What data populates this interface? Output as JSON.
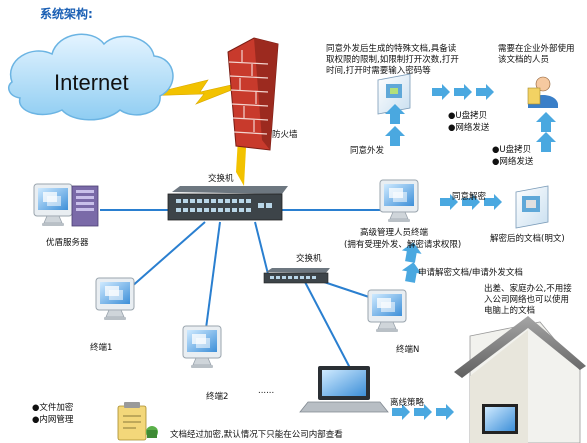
{
  "title": "系统架构:",
  "internet": "Internet",
  "firewall": "防火墙",
  "switch_main": "交换机",
  "switch_sub": "交换机",
  "server": "优盾服务器",
  "terminal1": "终端1",
  "terminal2": "终端2",
  "terminalN": "终端N",
  "ellipsis": "......",
  "admin": {
    "line1": "高级管理人员终端",
    "line2": "(拥有受理外发、解密请求权限)"
  },
  "request_label": "申请解密文档/申请外发文档",
  "agree_send": "同意外发",
  "agree_decrypt": "同意解密",
  "decrypted_doc": "解密后的文档(明文)",
  "special_doc": "同意外发后生成的特殊文档,具备读取权限的限制,如限制打开次数,打开时间,打开时需要输入密码等",
  "outside_person": "需要在企业外部使用该文档的人员",
  "bullets_top": [
    "●U盘拷贝",
    "●网络发送"
  ],
  "bullets_right": [
    "●U盘拷贝",
    "●网络发送"
  ],
  "bullets_left": [
    "●文件加密",
    "●内网管理"
  ],
  "travel_text": "出差、家庭办公,不用接入公司网络也可以使用电脑上的文档",
  "offline": "离线策略",
  "bottom_text": "文档经过加密,默认情况下只能在公司内部查看",
  "colors": {
    "accent": "#1a5fb4",
    "arrow": "#4aa8e0",
    "line": "#2a7fd0",
    "lightning": "#f2c200"
  }
}
